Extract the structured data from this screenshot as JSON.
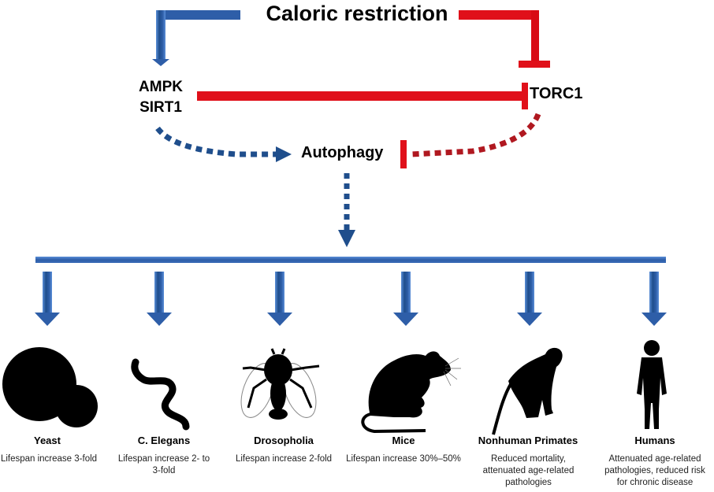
{
  "colors": {
    "activation_blue": "#2e5ea8",
    "activation_blue_light": "#5a8fd8",
    "dotted_blue": "#1f4e8c",
    "inhibition_red": "#e0101a",
    "dotted_red": "#b01820",
    "silhouette": "#000000"
  },
  "diagram": {
    "title": "Caloric restriction",
    "nodes": {
      "ampk": "AMPK",
      "sirt1": "SIRT1",
      "torc1": "TORC1",
      "autophagy": "Autophagy"
    },
    "edges": [
      {
        "from": "Caloric restriction",
        "to": "AMPK/SIRT1",
        "type": "activation",
        "style": "solid"
      },
      {
        "from": "Caloric restriction",
        "to": "TORC1",
        "type": "inhibition",
        "style": "solid"
      },
      {
        "from": "AMPK/SIRT1",
        "to": "TORC1",
        "type": "inhibition",
        "style": "solid"
      },
      {
        "from": "AMPK/SIRT1",
        "to": "Autophagy",
        "type": "activation",
        "style": "dotted"
      },
      {
        "from": "TORC1",
        "to": "Autophagy",
        "type": "inhibition",
        "style": "dotted"
      },
      {
        "from": "Autophagy",
        "to": "Organisms",
        "type": "activation",
        "style": "dotted"
      }
    ]
  },
  "organisms": [
    {
      "name": "Yeast",
      "description": "Lifespan increase 3-fold",
      "icon": "yeast-icon"
    },
    {
      "name": "C. Elegans",
      "description": "Lifespan increase 2- to 3-fold",
      "icon": "worm-icon"
    },
    {
      "name": "Drosopholia",
      "description": "Lifespan  increase 2-fold",
      "icon": "fly-icon"
    },
    {
      "name": "Mice",
      "description": "Lifespan increase 30%–50%",
      "icon": "mouse-icon"
    },
    {
      "name": "Nonhuman Primates",
      "description": "Reduced mortality, attenuated age-related pathologies",
      "icon": "monkey-icon"
    },
    {
      "name": "Humans",
      "description": "Attenuated age-related pathologies, reduced risk for chronic disease",
      "icon": "human-icon"
    }
  ]
}
